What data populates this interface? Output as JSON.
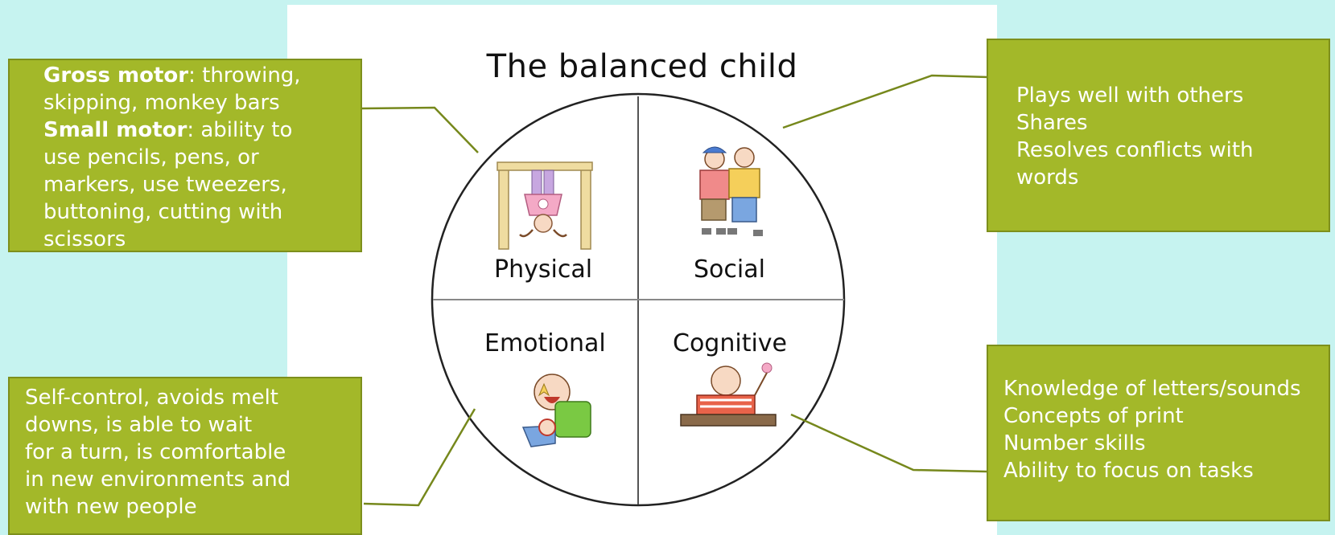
{
  "title": "The balanced child",
  "quadrants": {
    "physical": "Physical",
    "social": "Social",
    "emotional": "Emotional",
    "cognitive": "Cognitive"
  },
  "boxes": {
    "physical": {
      "gross_label": "Gross motor",
      "gross_text": ":  throwing,",
      "lines": [
        "skipping, monkey bars"
      ],
      "small_label": "Small motor",
      "small_text": ":  ability to",
      "lines2": [
        "use pencils, pens, or",
        "markers,  use tweezers,",
        "buttoning, cutting with",
        "scissors"
      ]
    },
    "social": {
      "lines": [
        "Plays well with others",
        "Shares",
        "Resolves conflicts with",
        "words"
      ]
    },
    "emotional": {
      "lines": [
        "Self-control,  avoids melt",
        "downs, is able to wait",
        "for a turn, is comfortable",
        "in new environments and",
        "with new people"
      ]
    },
    "cognitive": {
      "lines": [
        "Knowledge of letters/sounds",
        "Concepts of print",
        "Number skills",
        "Ability to focus on tasks"
      ]
    }
  },
  "colors": {
    "background": "#c6f3f0",
    "box_fill": "#a3b829",
    "box_border": "#7d8f1c",
    "connector": "#76881c"
  }
}
